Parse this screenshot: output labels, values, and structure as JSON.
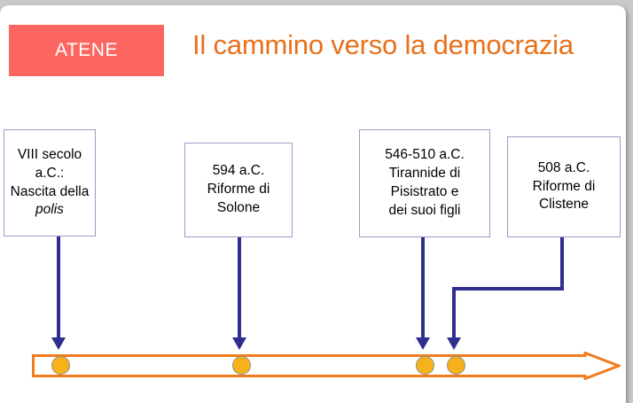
{
  "slide": {
    "badge_label": "ATENE",
    "title": "Il cammino verso la democrazia",
    "badge_color": "#fb6660",
    "title_color": "#e8701a",
    "box_border_color": "#9a9ac8",
    "connector_color": "#2e2e8f",
    "timeline_color": "#f07c1e",
    "marker_color": "#f5b21a",
    "background_color": "#ffffff",
    "page_background_color": "#c9c9c9"
  },
  "events": [
    {
      "id": "nascita-polis",
      "date": "VIII secolo a.C.:",
      "text": "VIII secolo\na.C.:\nNascita della ",
      "emphasis": "polis",
      "marker_label": "VIII secolo a.C."
    },
    {
      "id": "riforme-solone",
      "date": "594 a.C.",
      "text": "594 a.C.\nRiforme di\nSolone",
      "emphasis": "",
      "marker_label": "594 a.C."
    },
    {
      "id": "tirannide-pisistrato",
      "date": "546-510 a.C.",
      "text": "546-510 a.C.\nTirannide di\nPisistrato e\ndei suoi figli",
      "emphasis": "",
      "marker_label": "546-510 a.C."
    },
    {
      "id": "riforme-clistene",
      "date": "508 a.C.",
      "text": "508 a.C.\nRiforme di\nClistene",
      "emphasis": "",
      "marker_label": "508 a.C."
    }
  ],
  "timeline": {
    "name": "timeline-arrow",
    "direction": "right",
    "marker_count": 4
  }
}
